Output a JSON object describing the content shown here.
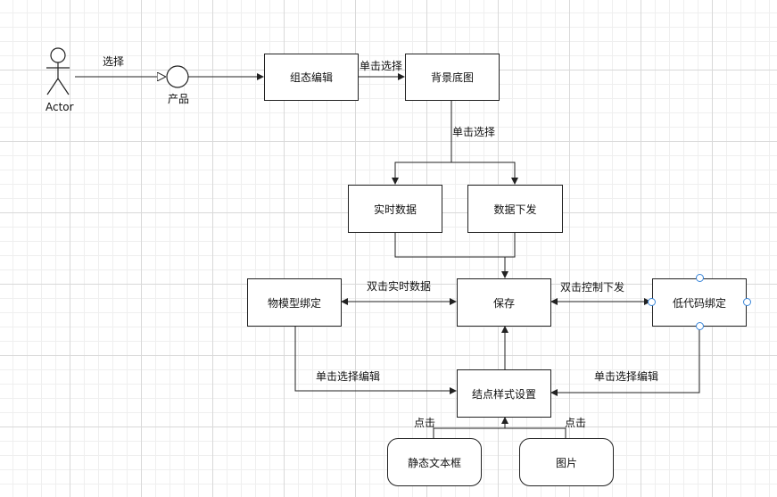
{
  "actor": {
    "label": "Actor"
  },
  "product": {
    "label": "产品"
  },
  "nodes": {
    "config_edit": "组态编辑",
    "background_map": "背景底图",
    "realtime_data": "实时数据",
    "data_dispatch": "数据下发",
    "model_binding": "物模型绑定",
    "save": "保存",
    "lowcode_binding": "低代码绑定",
    "node_style": "结点样式设置",
    "static_textbox": "静态文本框",
    "image": "图片"
  },
  "edge_labels": {
    "select": "选择",
    "click_select_1": "单击选择",
    "click_select_2": "单击选择",
    "dblclick_realtime": "双击实时数据",
    "dblclick_control": "双击控制下发",
    "click_select_edit_left": "单击选择编辑",
    "click_select_edit_right": "单击选择编辑",
    "click_left": "点击",
    "click_right": "点击"
  },
  "colors": {
    "line": "#222222",
    "handle": "#3a86d9",
    "grid": "#d9d9d9"
  }
}
